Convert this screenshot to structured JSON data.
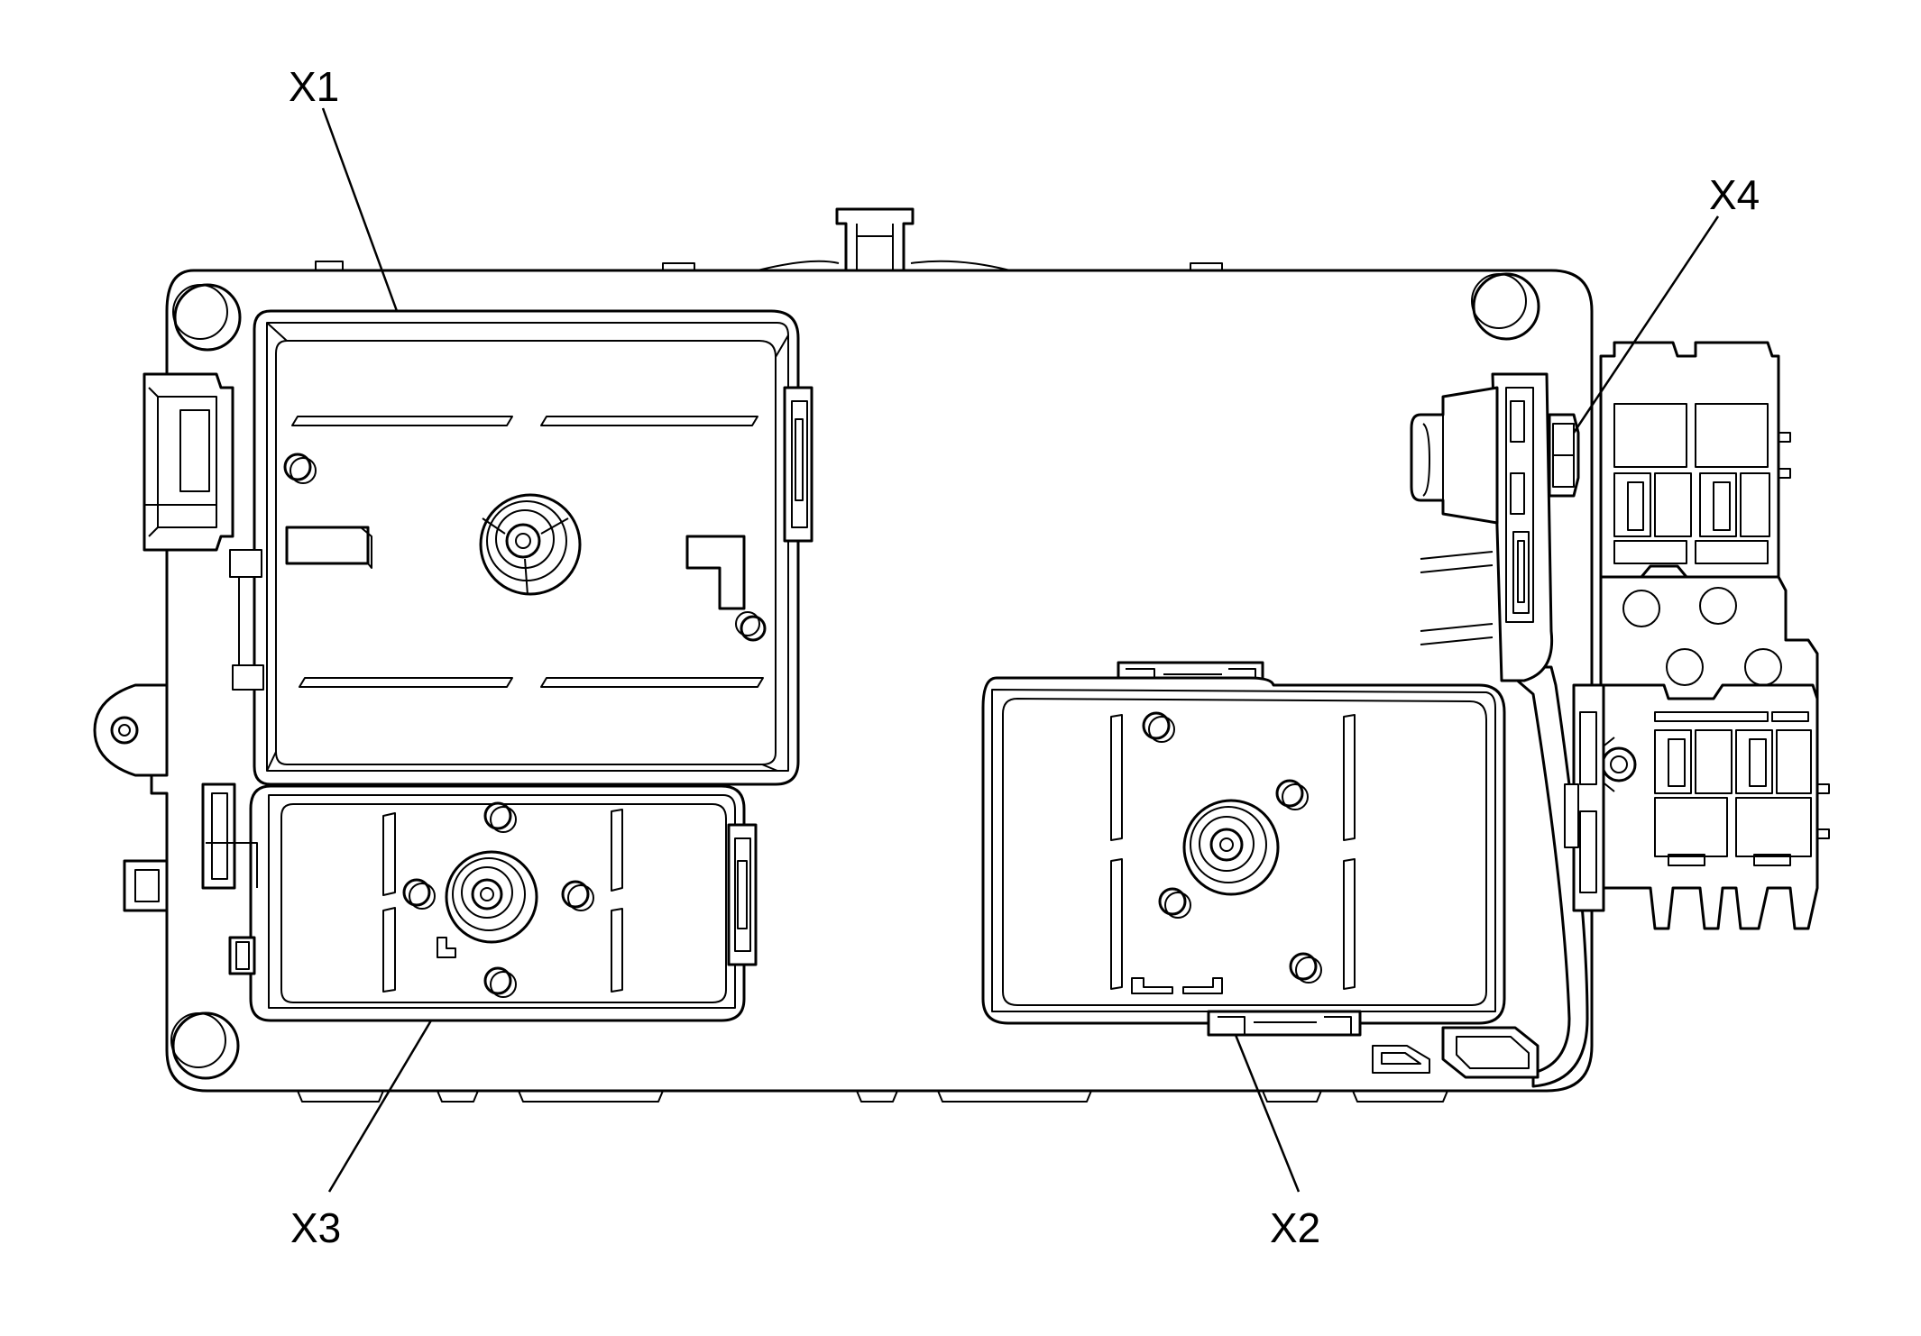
{
  "labels": {
    "x1": "X1",
    "x2": "X2",
    "x3": "X3",
    "x4": "X4"
  },
  "colors": {
    "line": "#000000",
    "background": "#ffffff"
  }
}
